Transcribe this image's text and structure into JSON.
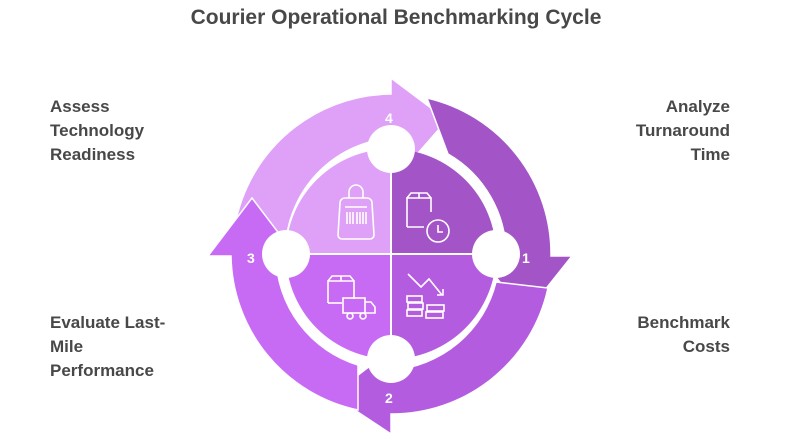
{
  "title": "Courier Operational Benchmarking Cycle",
  "steps": [
    {
      "number": "1",
      "label": "Analyze Turnaround Time",
      "lines": [
        "Analyze",
        "Turnaround",
        "Time"
      ],
      "icon": "package-clock-icon",
      "color": "#A355C8"
    },
    {
      "number": "2",
      "label": "Benchmark Costs",
      "lines": [
        "Benchmark",
        "Costs"
      ],
      "icon": "coins-trend-down-icon",
      "color": "#B45CE0"
    },
    {
      "number": "3",
      "label": "Evaluate Last-Mile Performance",
      "lines": [
        "Evaluate Last-",
        "Mile",
        "Performance"
      ],
      "icon": "package-truck-icon",
      "color": "#C76BF5"
    },
    {
      "number": "4",
      "label": "Assess Technology Readiness",
      "lines": [
        "Assess",
        "Technology",
        "Readiness"
      ],
      "icon": "barcode-bag-icon",
      "color": "#DFA0F7"
    }
  ]
}
